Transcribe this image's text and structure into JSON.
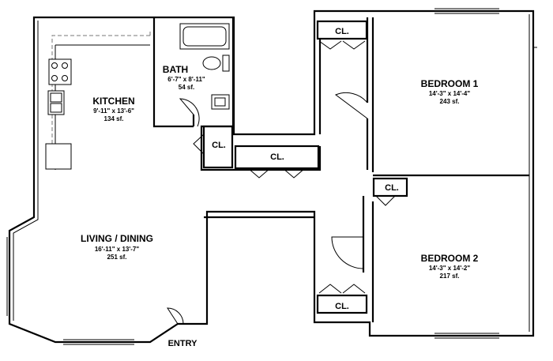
{
  "rooms": {
    "kitchen": {
      "name": "KITCHEN",
      "dims": "9'-11\" x 13'-6\"",
      "area": "134 sf."
    },
    "bath": {
      "name": "BATH",
      "dims": "6'-7\" x 8'-11\"",
      "area": "54 sf."
    },
    "living": {
      "name": "LIVING / DINING",
      "dims": "16'-11\" x 13'-7\"",
      "area": "251 sf."
    },
    "bedroom1": {
      "name": "BEDROOM 1",
      "dims": "14'-3\" x 14'-4\"",
      "area": "243 sf."
    },
    "bedroom2": {
      "name": "BEDROOM 2",
      "dims": "14'-3\" x 14'-2\"",
      "area": "217 sf."
    }
  },
  "closets": {
    "top_right": "CL.",
    "hall": "CL.",
    "long": "CL.",
    "bed2_small": "CL.",
    "bed2_bottom": "CL."
  },
  "entry": "ENTRY"
}
